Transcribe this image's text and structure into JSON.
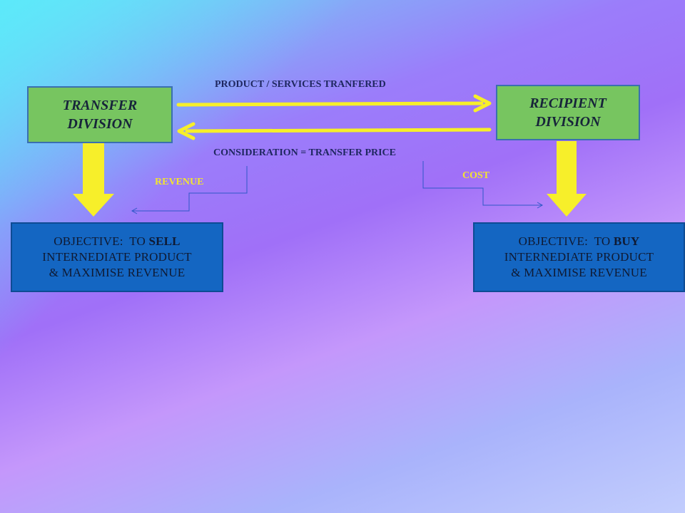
{
  "transfer_division": {
    "line1": "TRANSFER",
    "line2": "DIVISION"
  },
  "recipient_division": {
    "line1": "RECIPIENT",
    "line2": "DIVISION"
  },
  "flow_top_label": "PRODUCT / SERVICES TRANFERED",
  "flow_bottom_label": "CONSIDERATION = TRANSFER PRICE",
  "revenue_label": "REVENUE",
  "cost_label": "COST",
  "left_objective": {
    "prefix": "OBJECTIVE:  TO ",
    "verb": "SELL",
    "line2": "INTERNEDIATE PRODUCT",
    "line3": "& MAXIMISE REVENUE"
  },
  "right_objective": {
    "prefix": "OBJECTIVE:  TO ",
    "verb": "BUY",
    "line2": "INTERNEDIATE PRODUCT",
    "line3": "& MAXIMISE REVENUE"
  },
  "colors": {
    "division_box": "#77c560",
    "objective_box": "#1466c2",
    "arrow_yellow": "#f7ef2a",
    "connector_blue": "#2f58c8"
  }
}
